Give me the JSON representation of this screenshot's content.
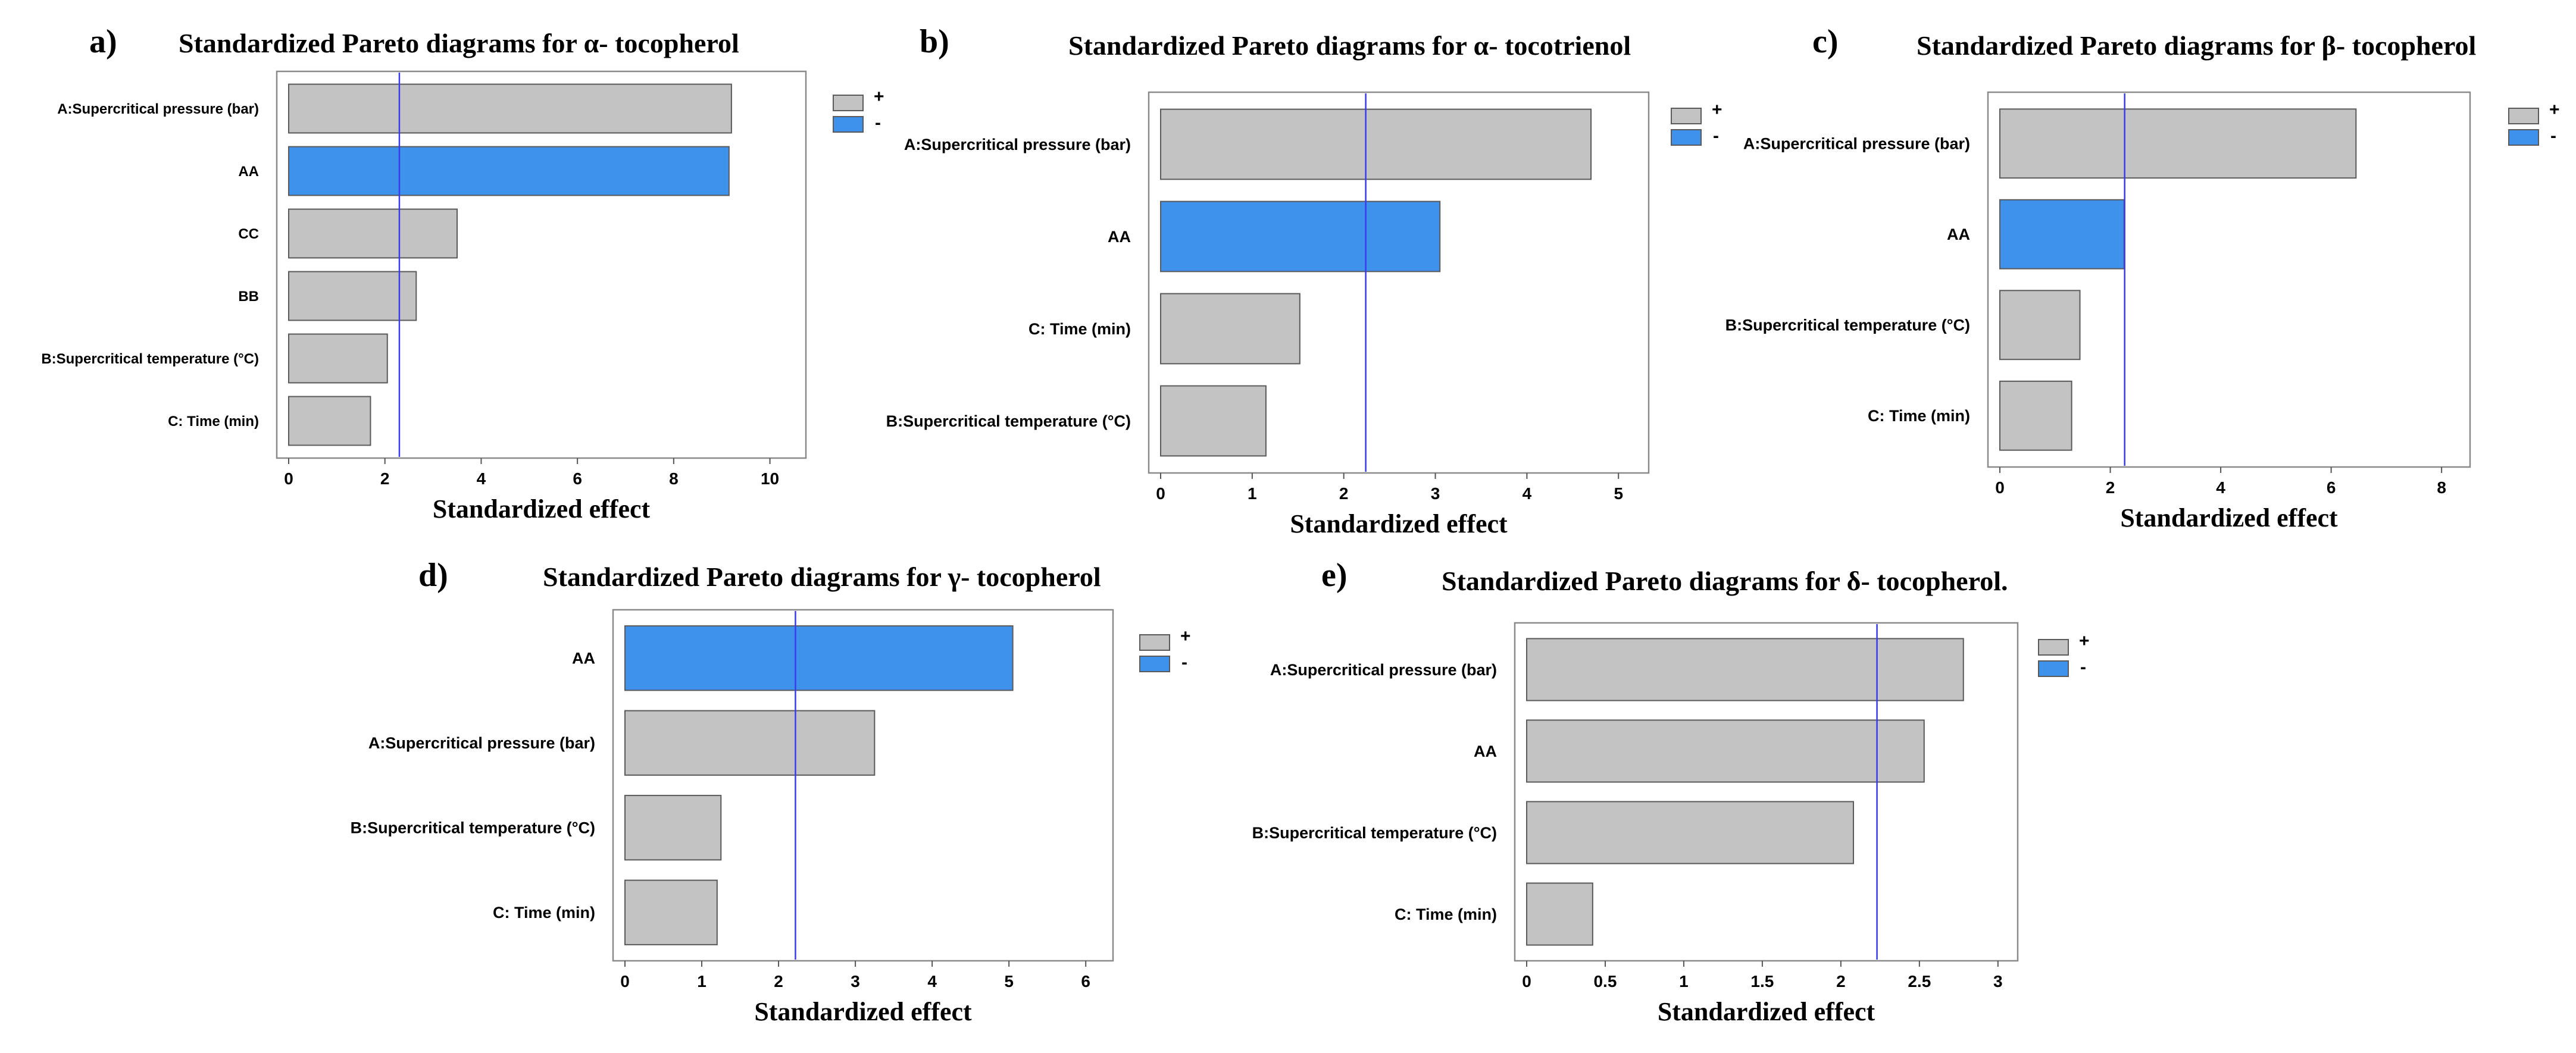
{
  "colors": {
    "positive": "#c3c3c3",
    "negative": "#3f92ec",
    "bar_stroke": "#5a5a5a",
    "ref_line": "#3a3aee",
    "frame": "#8a8a8a"
  },
  "legend": {
    "positive": "+",
    "negative": "-"
  },
  "chart_data": [
    {
      "type": "bar",
      "orientation": "horizontal",
      "letter": "a)",
      "title": "Standardized Pareto diagrams for α- tocopherol",
      "xlabel": "Standardized effect",
      "xlim": [
        0,
        10.5
      ],
      "xticks": [
        0,
        2,
        4,
        6,
        8,
        10
      ],
      "ref_line": 2.3,
      "bars": [
        {
          "label": "A:Supercritical pressure (bar)",
          "value": 9.2,
          "sign": "+"
        },
        {
          "label": "AA",
          "value": 9.15,
          "sign": "-"
        },
        {
          "label": "CC",
          "value": 3.5,
          "sign": "+"
        },
        {
          "label": "BB",
          "value": 2.65,
          "sign": "+"
        },
        {
          "label": "B:Supercritical temperature (°C)",
          "value": 2.05,
          "sign": "+"
        },
        {
          "label": "C: Time (min)",
          "value": 1.7,
          "sign": "+"
        }
      ]
    },
    {
      "type": "bar",
      "orientation": "horizontal",
      "letter": "b)",
      "title": "Standardized Pareto diagrams for α- tocotrienol",
      "xlabel": "Standardized effect",
      "xlim": [
        0,
        5.2
      ],
      "xticks": [
        0,
        1,
        2,
        3,
        4,
        5
      ],
      "ref_line": 2.24,
      "bars": [
        {
          "label": "A:Supercritical pressure (bar)",
          "value": 4.7,
          "sign": "+"
        },
        {
          "label": "AA",
          "value": 3.05,
          "sign": "-"
        },
        {
          "label": "C: Time (min)",
          "value": 1.52,
          "sign": "+"
        },
        {
          "label": "B:Supercritical temperature (°C)",
          "value": 1.15,
          "sign": "+"
        }
      ]
    },
    {
      "type": "bar",
      "orientation": "horizontal",
      "letter": "c)",
      "title": "Standardized Pareto diagrams for β- tocopherol",
      "xlabel": "Standardized effect",
      "xlim": [
        0,
        8.3
      ],
      "xticks": [
        0,
        2,
        4,
        6,
        8
      ],
      "ref_line": 2.26,
      "bars": [
        {
          "label": "A:Supercritical pressure (bar)",
          "value": 6.45,
          "sign": "+"
        },
        {
          "label": "AA",
          "value": 2.25,
          "sign": "-"
        },
        {
          "label": "B:Supercritical temperature (°C)",
          "value": 1.45,
          "sign": "+"
        },
        {
          "label": "C: Time (min)",
          "value": 1.3,
          "sign": "+"
        }
      ]
    },
    {
      "type": "bar",
      "orientation": "horizontal",
      "letter": "d)",
      "title": "Standardized Pareto diagrams for γ- tocopherol",
      "xlabel": "Standardized effect",
      "xlim": [
        0,
        6.2
      ],
      "xticks": [
        0,
        1,
        2,
        3,
        4,
        5,
        6
      ],
      "ref_line": 2.22,
      "bars": [
        {
          "label": "AA",
          "value": 5.05,
          "sign": "-"
        },
        {
          "label": "A:Supercritical pressure (bar)",
          "value": 3.25,
          "sign": "+"
        },
        {
          "label": "B:Supercritical temperature (°C)",
          "value": 1.25,
          "sign": "+"
        },
        {
          "label": "C: Time (min)",
          "value": 1.2,
          "sign": "+"
        }
      ]
    },
    {
      "type": "bar",
      "orientation": "horizontal",
      "letter": "e)",
      "title": "Standardized Pareto diagrams for δ- tocopherol.",
      "xlabel": "Standardized effect",
      "xlim": [
        0,
        3.05
      ],
      "xticks": [
        0,
        0.5,
        1,
        1.5,
        2,
        2.5,
        3
      ],
      "ref_line": 2.23,
      "bars": [
        {
          "label": "A:Supercritical pressure (bar)",
          "value": 2.78,
          "sign": "+"
        },
        {
          "label": "AA",
          "value": 2.53,
          "sign": "+"
        },
        {
          "label": "B:Supercritical temperature (°C)",
          "value": 2.08,
          "sign": "+"
        },
        {
          "label": "C: Time (min)",
          "value": 0.42,
          "sign": "+"
        }
      ]
    }
  ]
}
